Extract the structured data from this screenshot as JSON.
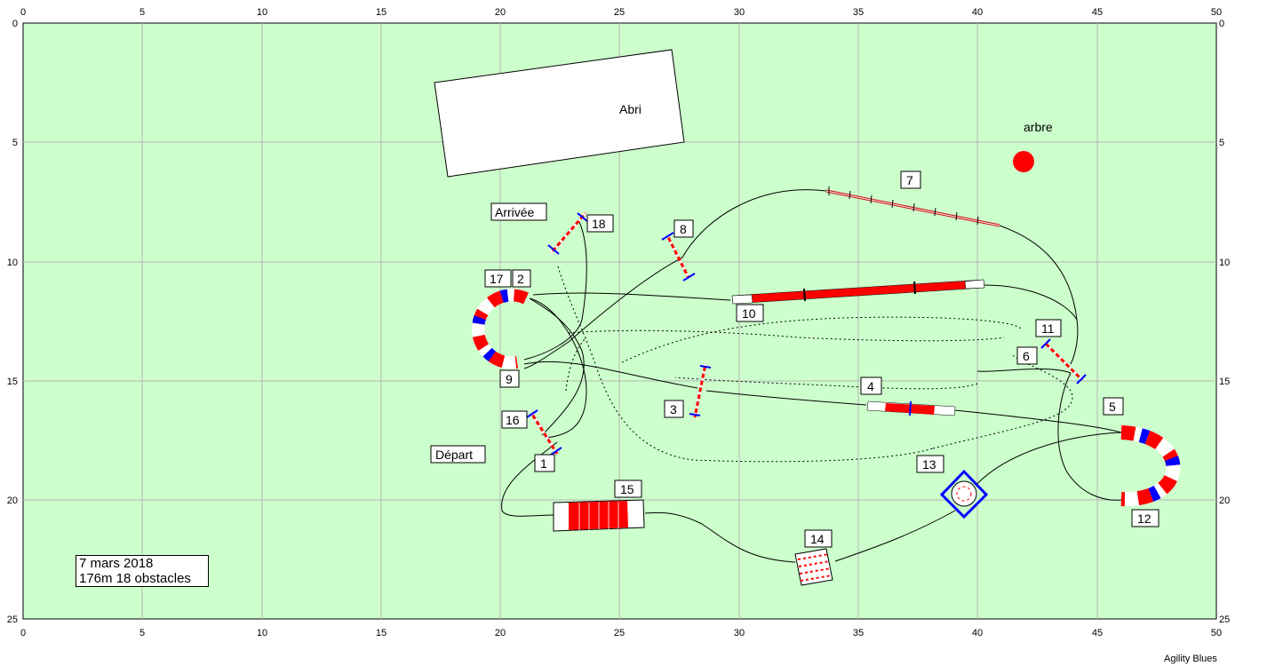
{
  "app": "Agility Blues",
  "axis": {
    "x_ticks": [
      "0",
      "5",
      "10",
      "15",
      "20",
      "25",
      "30",
      "35",
      "40",
      "45",
      "50"
    ],
    "y_ticks": [
      "0",
      "5",
      "10",
      "15",
      "20",
      "25"
    ]
  },
  "labels": {
    "shelter": "Abri",
    "tree": "arbre",
    "finish": "Arrivée",
    "start": "Départ"
  },
  "info": {
    "date": "7 mars 2018",
    "summary": "176m 18 obstacles"
  },
  "obstacle_numbers": {
    "n1": "1",
    "n2": "2",
    "n3": "3",
    "n4": "4",
    "n5": "5",
    "n6": "6",
    "n7": "7",
    "n8": "8",
    "n9": "9",
    "n10": "10",
    "n11": "11",
    "n12": "12",
    "n13": "13",
    "n14": "14",
    "n15": "15",
    "n16": "16",
    "n17": "17",
    "n18": "18"
  },
  "colors": {
    "field": "#ccffcc",
    "grid": "#b4b4b4",
    "bar_red": "#ff0000",
    "bar_blue": "#0000ff",
    "tree": "#ff0000"
  }
}
